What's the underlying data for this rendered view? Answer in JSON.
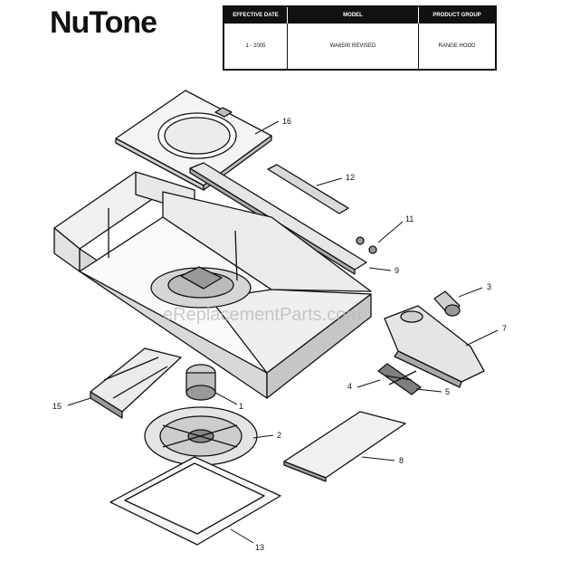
{
  "brand": {
    "logo_text": "NuTone"
  },
  "header_table": {
    "columns": [
      {
        "label": "EFFECTIVE DATE",
        "value": "1 - 2005"
      },
      {
        "label": "MODEL",
        "value": "WA6500 REVISED"
      },
      {
        "label": "PRODUCT GROUP",
        "value": "RANGE HOOD"
      }
    ]
  },
  "watermark": "eReplacementParts.com",
  "parts": [
    {
      "id": "p16",
      "label": "16"
    },
    {
      "id": "p12",
      "label": "12"
    },
    {
      "id": "p11",
      "label": "11"
    },
    {
      "id": "p9",
      "label": "9"
    },
    {
      "id": "p3",
      "label": "3"
    },
    {
      "id": "p7",
      "label": "7"
    },
    {
      "id": "p4",
      "label": "4"
    },
    {
      "id": "p5",
      "label": "5"
    },
    {
      "id": "p15",
      "label": "15"
    },
    {
      "id": "p1",
      "label": "1"
    },
    {
      "id": "p2",
      "label": "2"
    },
    {
      "id": "p8",
      "label": "8"
    },
    {
      "id": "p13",
      "label": "13"
    }
  ]
}
